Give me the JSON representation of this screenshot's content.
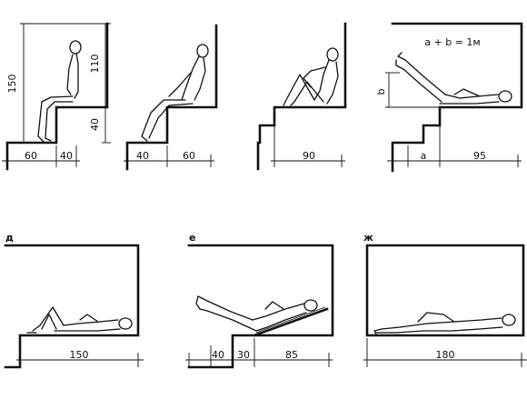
{
  "panels": [
    {
      "label": "",
      "dimensions": [
        "150",
        "110",
        "40",
        "60",
        "40"
      ]
    },
    {
      "label": "",
      "dimensions": [
        "40",
        "60"
      ]
    },
    {
      "label": "",
      "dimensions": [
        "90"
      ]
    },
    {
      "label": "",
      "formula": "a + b = 1м",
      "dimensions": [
        "b",
        "a",
        "95"
      ]
    },
    {
      "label": "д",
      "dimensions": [
        "150"
      ]
    },
    {
      "label": "е",
      "dimensions": [
        "40",
        "30",
        "85"
      ]
    },
    {
      "label": "ж",
      "dimensions": [
        "180"
      ]
    }
  ]
}
